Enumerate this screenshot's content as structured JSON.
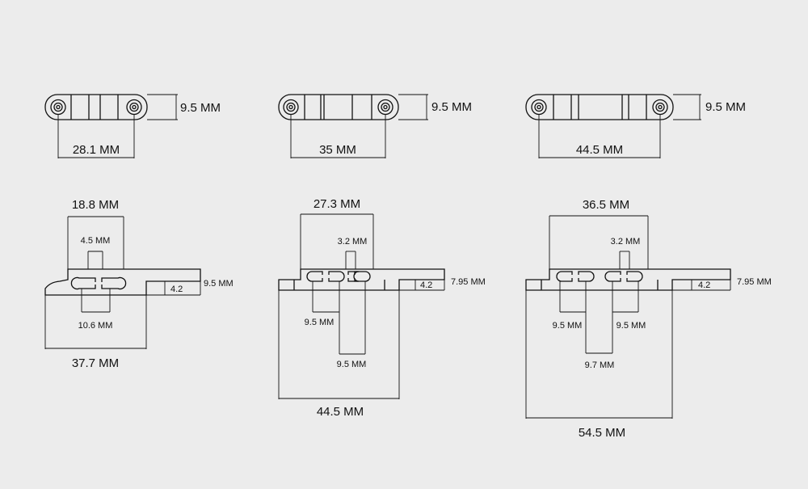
{
  "top_row": [
    {
      "width_label": "28.1 MM",
      "height_label": "9.5 MM"
    },
    {
      "width_label": "35 MM",
      "height_label": "9.5 MM"
    },
    {
      "width_label": "44.5 MM",
      "height_label": "9.5 MM"
    }
  ],
  "bottom_row": [
    {
      "top_label": "18.8 MM",
      "slot_label": "4.5 MM",
      "height_label": "9.5 MM",
      "step_label": "4.2",
      "inner_labels": [
        "10.6 MM"
      ],
      "total_label": "37.7 MM"
    },
    {
      "top_label": "27.3 MM",
      "slot_label": "3.2 MM",
      "height_label": "7.95 MM",
      "step_label": "4.2",
      "inner_labels": [
        "9.5 MM",
        "9.5 MM"
      ],
      "total_label": "44.5 MM"
    },
    {
      "top_label": "36.5 MM",
      "slot_label": "3.2 MM",
      "height_label": "7.95 MM",
      "step_label": "4.2",
      "inner_labels": [
        "9.5 MM",
        "9.5 MM",
        "9.7 MM"
      ],
      "total_label": "54.5 MM"
    }
  ]
}
